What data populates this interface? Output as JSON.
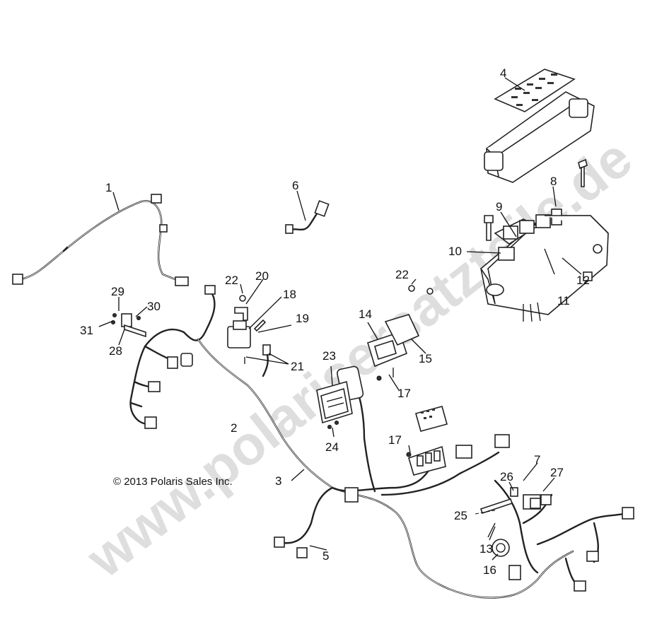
{
  "copyright": "© 2013 Polaris Sales Inc.",
  "watermark": "www.polarisersatzteile.de",
  "callouts": [
    "1",
    "2",
    "3",
    "4",
    "5",
    "6",
    "7",
    "8",
    "9",
    "10",
    "11",
    "12",
    "13",
    "14",
    "15",
    "16",
    "17",
    "17",
    "18",
    "19",
    "20",
    "21",
    "22",
    "22",
    "23",
    "24",
    "25",
    "26",
    "27",
    "28",
    "29",
    "30",
    "31"
  ]
}
